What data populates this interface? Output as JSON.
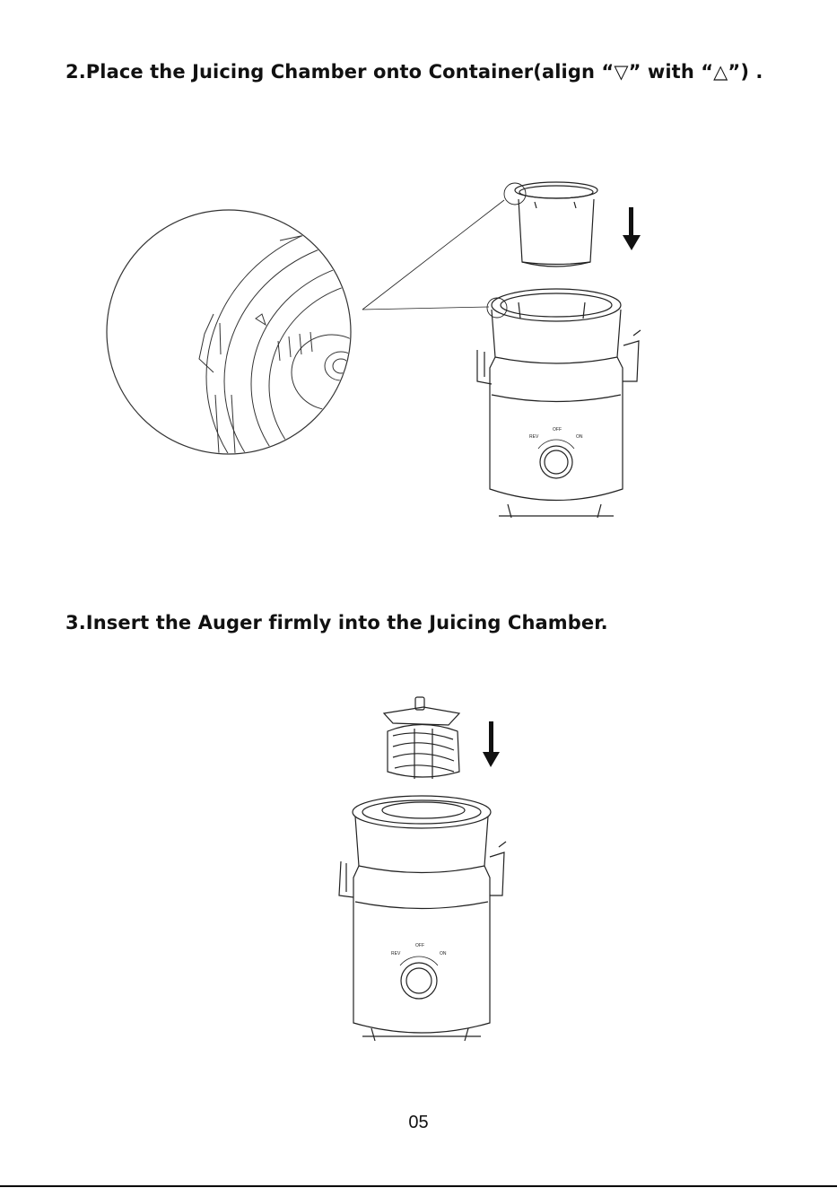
{
  "steps": [
    {
      "title": "2.Place the Juicing Chamber onto Container(align “▽” with “△”) ."
    },
    {
      "title": "3.Insert the Auger firmly into the Juicing Chamber."
    }
  ],
  "dial": {
    "rev": "REV",
    "off": "OFF",
    "on": "ON"
  },
  "icons": {
    "arrow": "down-arrow-icon"
  },
  "page_number": "05"
}
